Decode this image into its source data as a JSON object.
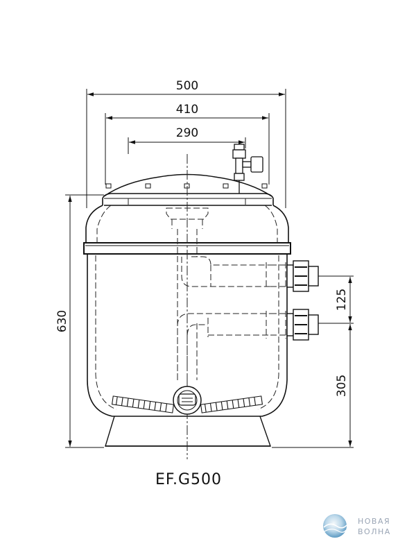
{
  "dimensions": {
    "overall_width": "500",
    "rim_width": "410",
    "bolt_circle": "290",
    "total_height": "630",
    "port_spacing": "125",
    "lower_port_height": "305"
  },
  "model": "EF.G500",
  "logo": {
    "line1": "НОВАЯ",
    "line2": "ВОЛНА"
  }
}
